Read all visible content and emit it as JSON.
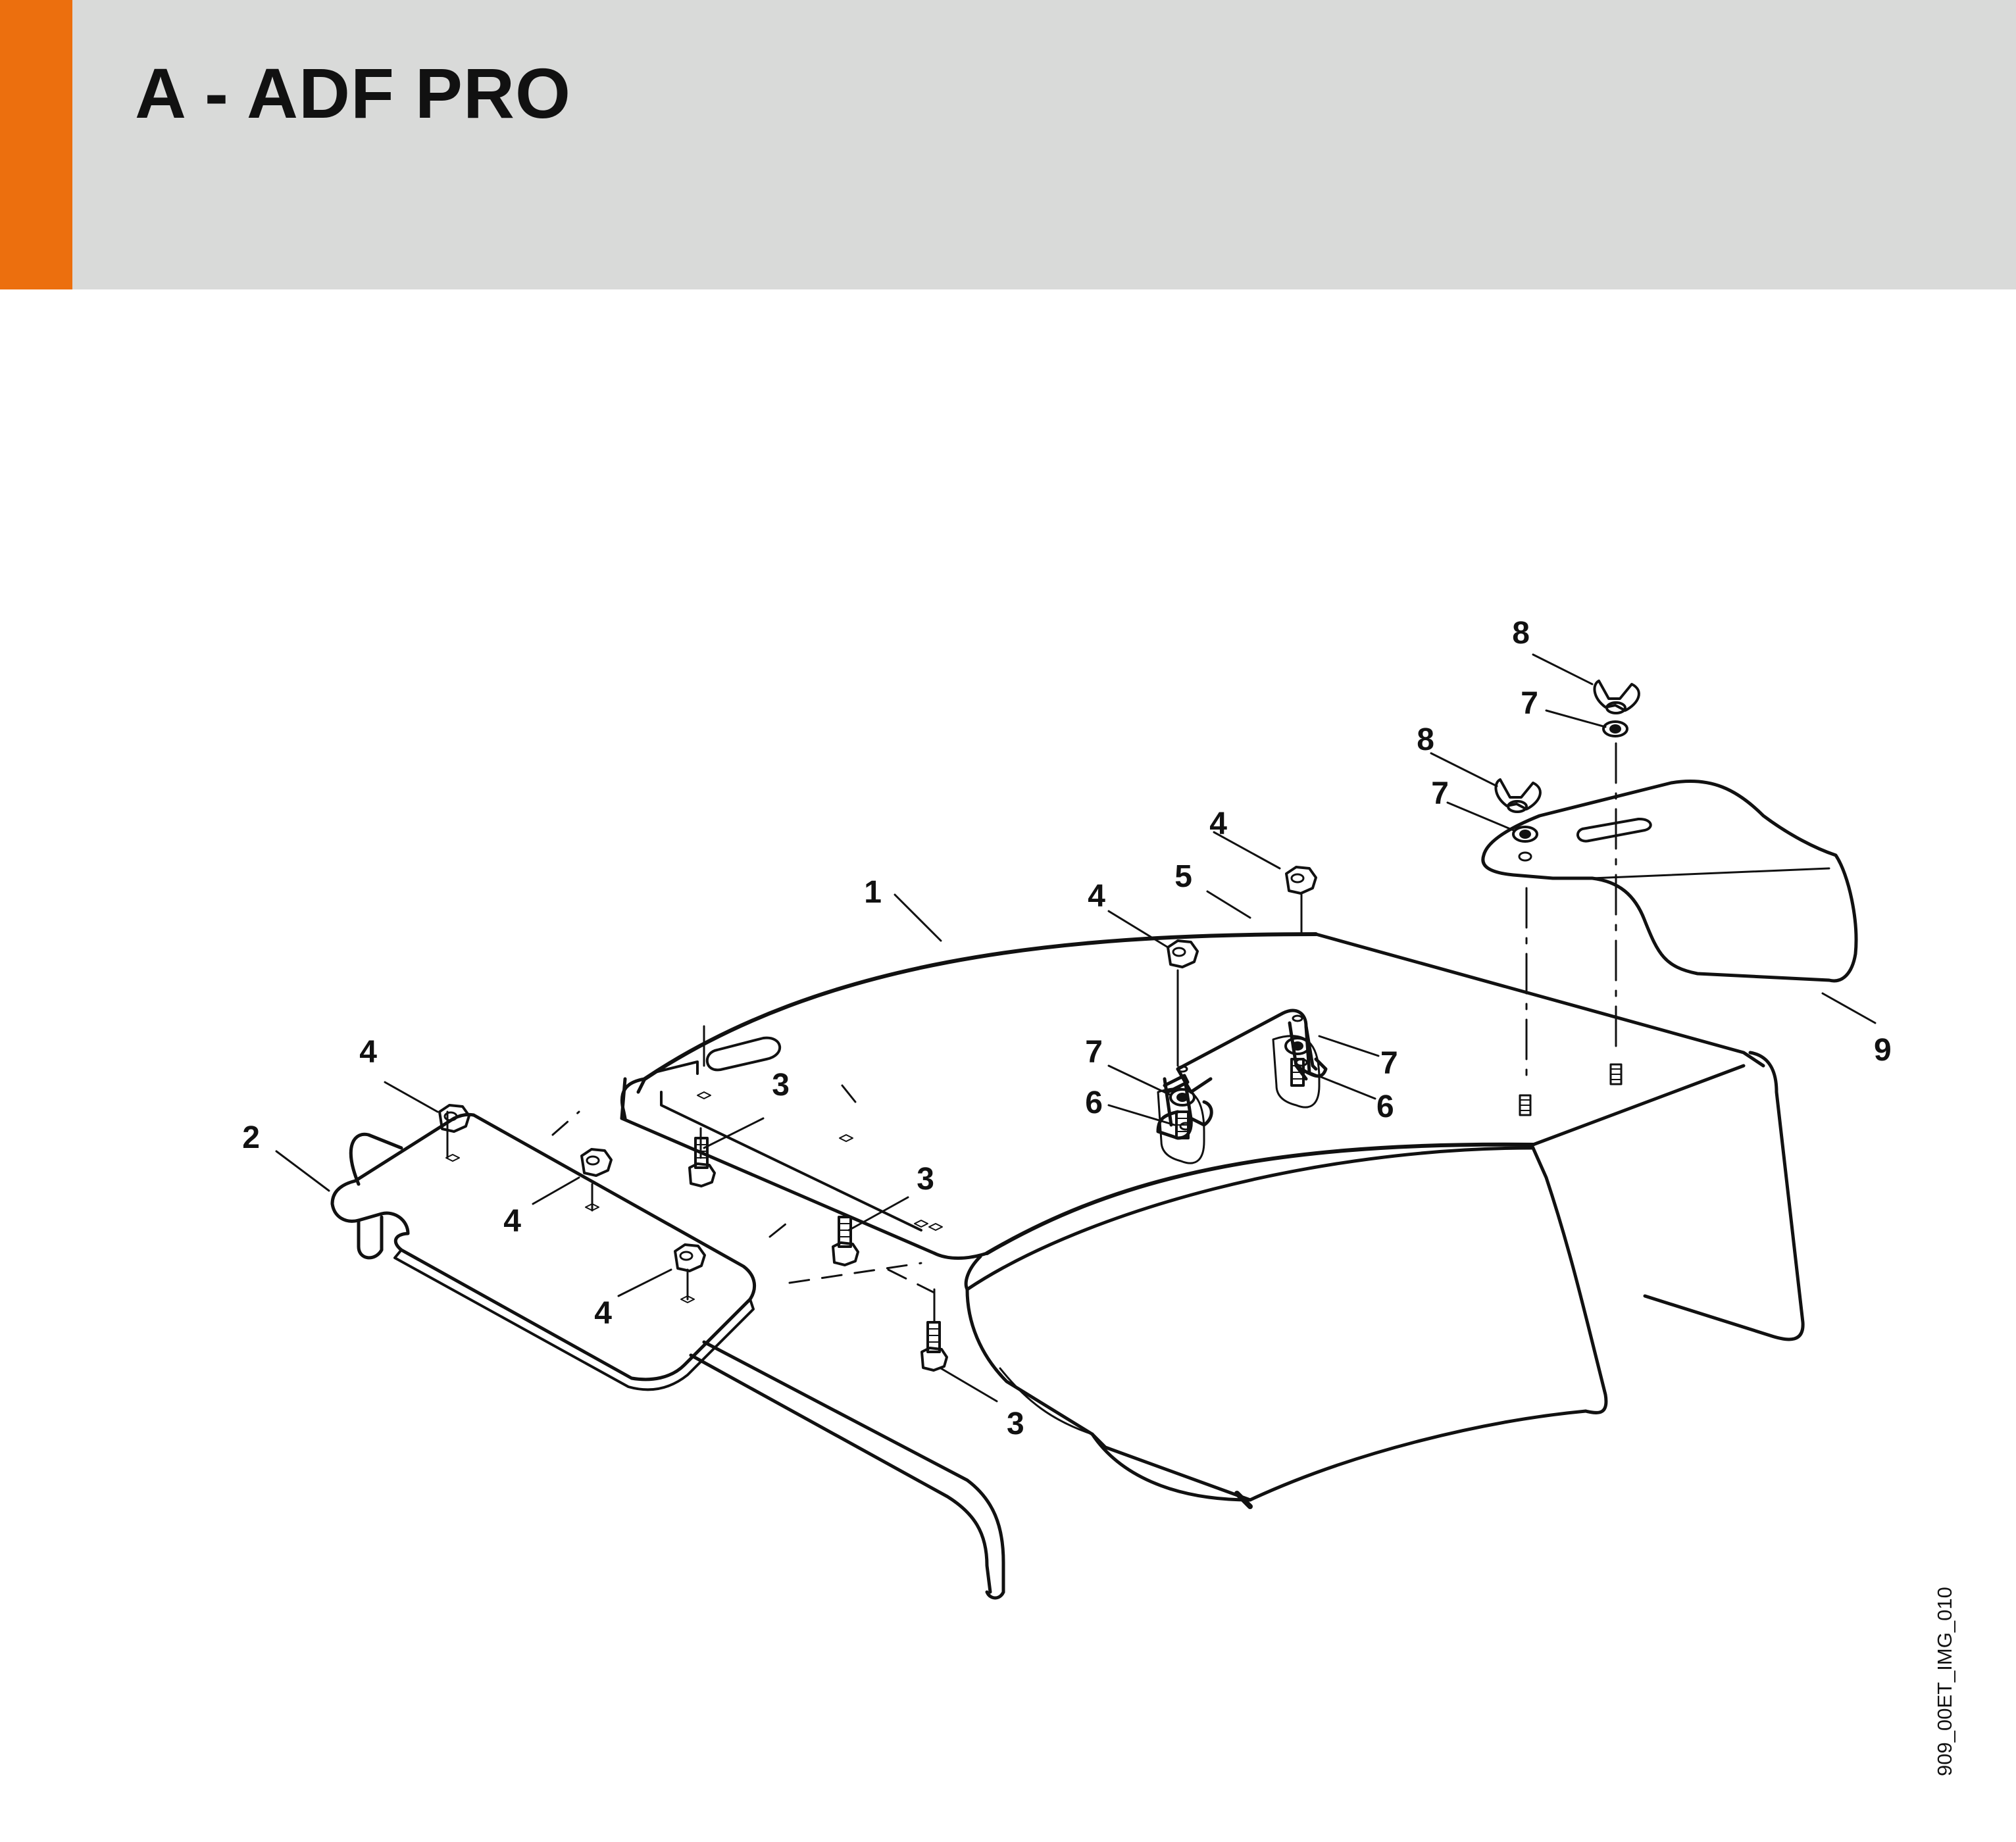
{
  "header": {
    "title": "A - ADF PRO",
    "accent_color": "#ec6f0e",
    "background_color": "#d9dad9"
  },
  "diagram": {
    "callouts": [
      "1",
      "2",
      "3",
      "4",
      "5",
      "6",
      "7",
      "8",
      "9"
    ],
    "image_id": "909_00ET_IMG_010"
  }
}
